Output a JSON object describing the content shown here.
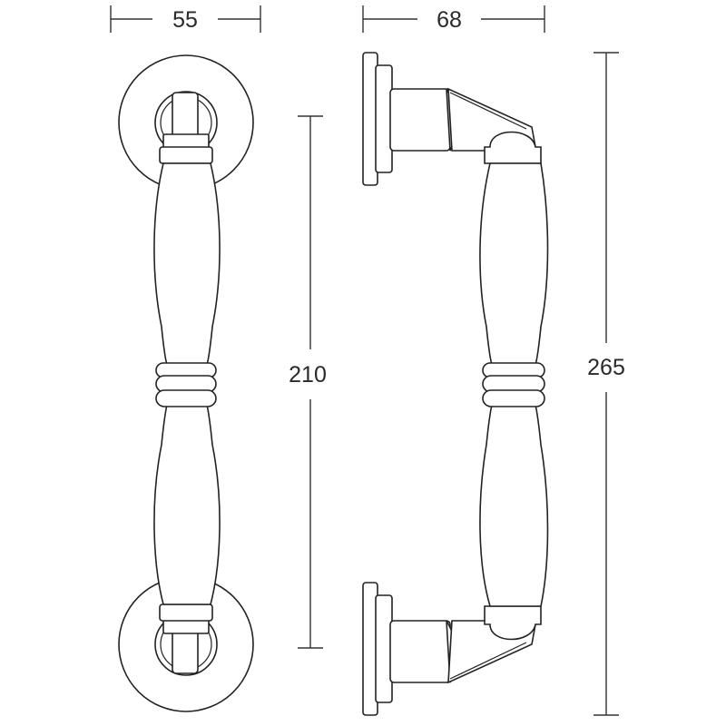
{
  "dimensions": {
    "front_width": "55",
    "side_depth": "68",
    "center_distance": "210",
    "overall_length": "265"
  },
  "colors": {
    "line": "#222222",
    "text": "#2a2a2a",
    "fill": "#ffffff"
  }
}
